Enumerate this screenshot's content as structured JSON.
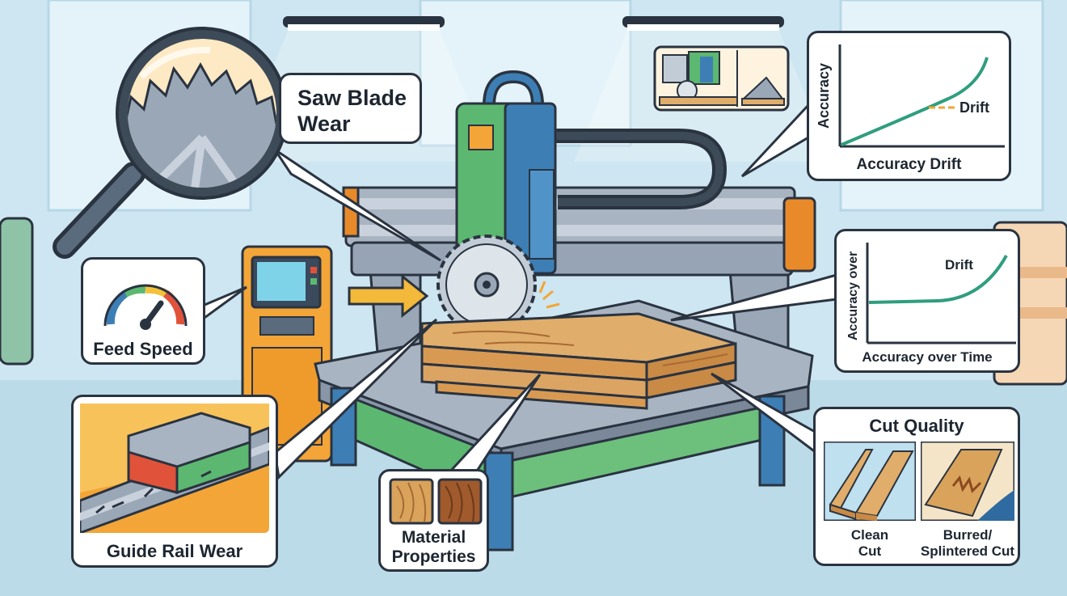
{
  "callouts": {
    "saw_blade_wear": "Saw Blade\nWear",
    "feed_speed": "Feed Speed",
    "guide_rail_wear": "Guide Rail Wear",
    "material_properties": "Material\nProperties"
  },
  "accuracy_drift_chart": {
    "ylabel": "Accuracy",
    "annotation": "Drift",
    "title": "Accuracy Drift"
  },
  "accuracy_time_chart": {
    "ylabel": "Accuracy over",
    "annotation": "Drift",
    "title": "Accuracy over Time"
  },
  "cut_quality": {
    "title": "Cut Quality",
    "left_label": "Clean\nCut",
    "right_label": "Burred/\nSplintered Cut"
  },
  "colors": {
    "machine_green": "#5cb870",
    "machine_blue": "#3d7fb5",
    "frame_gray": "#a9b4c2",
    "accent_orange": "#e98a2a",
    "curve_teal": "#2f9e7e",
    "wood_light": "#d9a35b",
    "wood_dark": "#a05a2c",
    "background": "#d9eef6"
  }
}
